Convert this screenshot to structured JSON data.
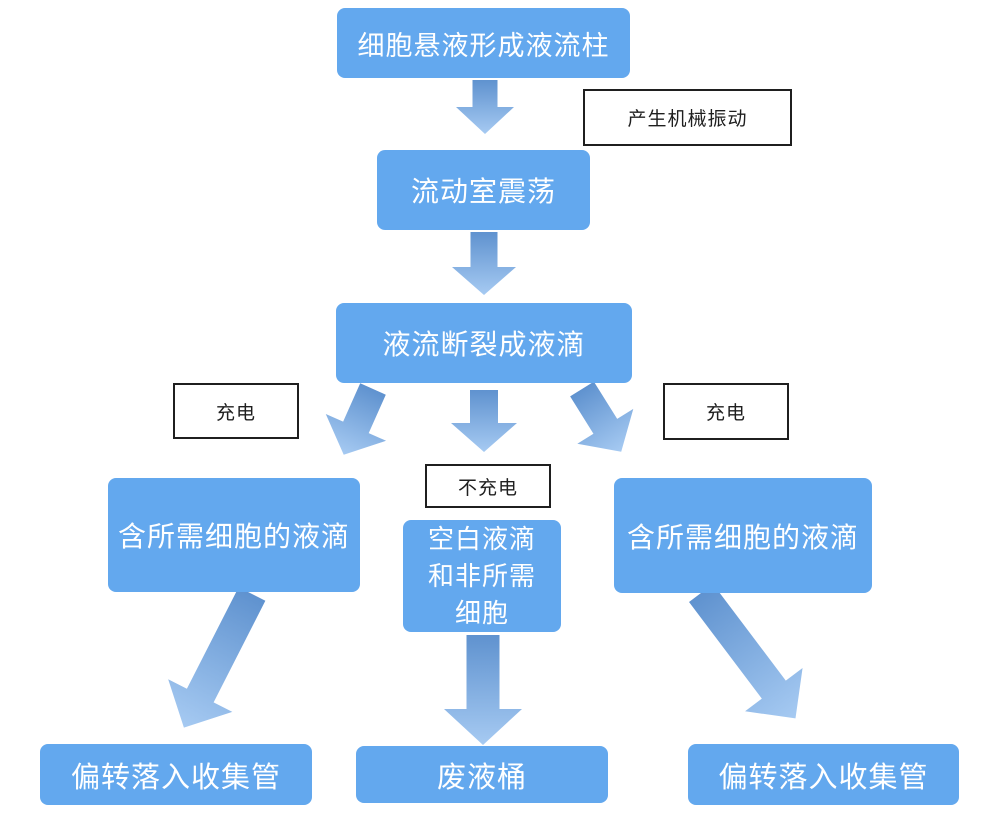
{
  "colors": {
    "background": "#ffffff",
    "node_fill": "#63a8ee",
    "node_text": "#ffffff",
    "annotation_border": "#1f1f1f",
    "annotation_text": "#1f1f1f",
    "arrow_start": "#5f92cf",
    "arrow_end": "#a6caf2"
  },
  "flowchart": {
    "nodes": [
      {
        "id": "stream",
        "label": "细胞悬液形成液流柱"
      },
      {
        "id": "chamber",
        "label": "流动室震荡"
      },
      {
        "id": "breakup",
        "label": "液流断裂成液滴"
      },
      {
        "id": "droplet_left",
        "label": "含所需细胞的液滴"
      },
      {
        "id": "droplet_center",
        "label": "空白液滴\n和非所需\n细胞"
      },
      {
        "id": "droplet_right",
        "label": "含所需细胞的液滴"
      },
      {
        "id": "collect_left",
        "label": "偏转落入收集管"
      },
      {
        "id": "waste",
        "label": "废液桶"
      },
      {
        "id": "collect_right",
        "label": "偏转落入收集管"
      }
    ],
    "annotations": [
      {
        "id": "vibration",
        "label": "产生机械振动",
        "attached_to": "stream→chamber"
      },
      {
        "id": "charge_left",
        "label": "充电",
        "attached_to": "breakup→droplet_left"
      },
      {
        "id": "no_charge",
        "label": "不充电",
        "attached_to": "breakup→droplet_center"
      },
      {
        "id": "charge_right",
        "label": "充电",
        "attached_to": "breakup→droplet_right"
      }
    ],
    "edges": [
      {
        "from": "stream",
        "to": "chamber",
        "annotation": "产生机械振动"
      },
      {
        "from": "chamber",
        "to": "breakup",
        "annotation": ""
      },
      {
        "from": "breakup",
        "to": "droplet_left",
        "annotation": "充电"
      },
      {
        "from": "breakup",
        "to": "droplet_center",
        "annotation": "不充电"
      },
      {
        "from": "breakup",
        "to": "droplet_right",
        "annotation": "充电"
      },
      {
        "from": "droplet_left",
        "to": "collect_left",
        "annotation": ""
      },
      {
        "from": "droplet_center",
        "to": "waste",
        "annotation": ""
      },
      {
        "from": "droplet_right",
        "to": "collect_right",
        "annotation": ""
      }
    ]
  }
}
